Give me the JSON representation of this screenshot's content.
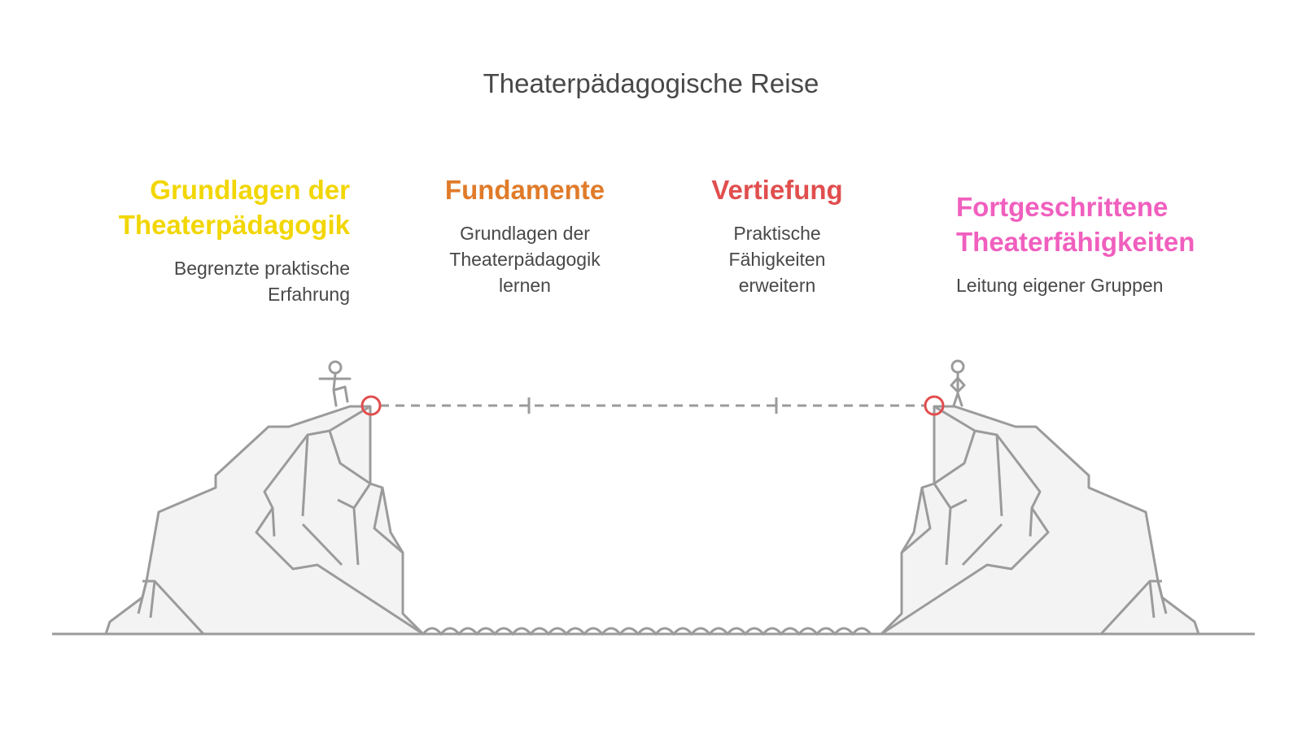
{
  "title": "Theaterpädagogische Reise",
  "stages": [
    {
      "title_lines": [
        "Grundlagen der",
        "Theaterpädagogik"
      ],
      "desc_lines": [
        "Begrenzte praktische",
        "Erfahrung"
      ],
      "color": "#F2D600"
    },
    {
      "title_lines": [
        "Fundamente"
      ],
      "desc_lines": [
        "Grundlagen der",
        "Theaterpädagogik",
        "lernen"
      ],
      "color": "#E07B2A"
    },
    {
      "title_lines": [
        "Vertiefung"
      ],
      "desc_lines": [
        "Praktische",
        "Fähigkeiten",
        "erweitern"
      ],
      "color": "#E14E4E"
    },
    {
      "title_lines": [
        "Fortgeschrittene",
        "Theaterfähigkeiten"
      ],
      "desc_lines": [
        "Leitung eigener Gruppen"
      ],
      "color": "#F05FBE"
    }
  ],
  "colors": {
    "line": "#9b9b9b",
    "rock_fill": "#f3f3f3",
    "marker": "#e14e4e"
  }
}
